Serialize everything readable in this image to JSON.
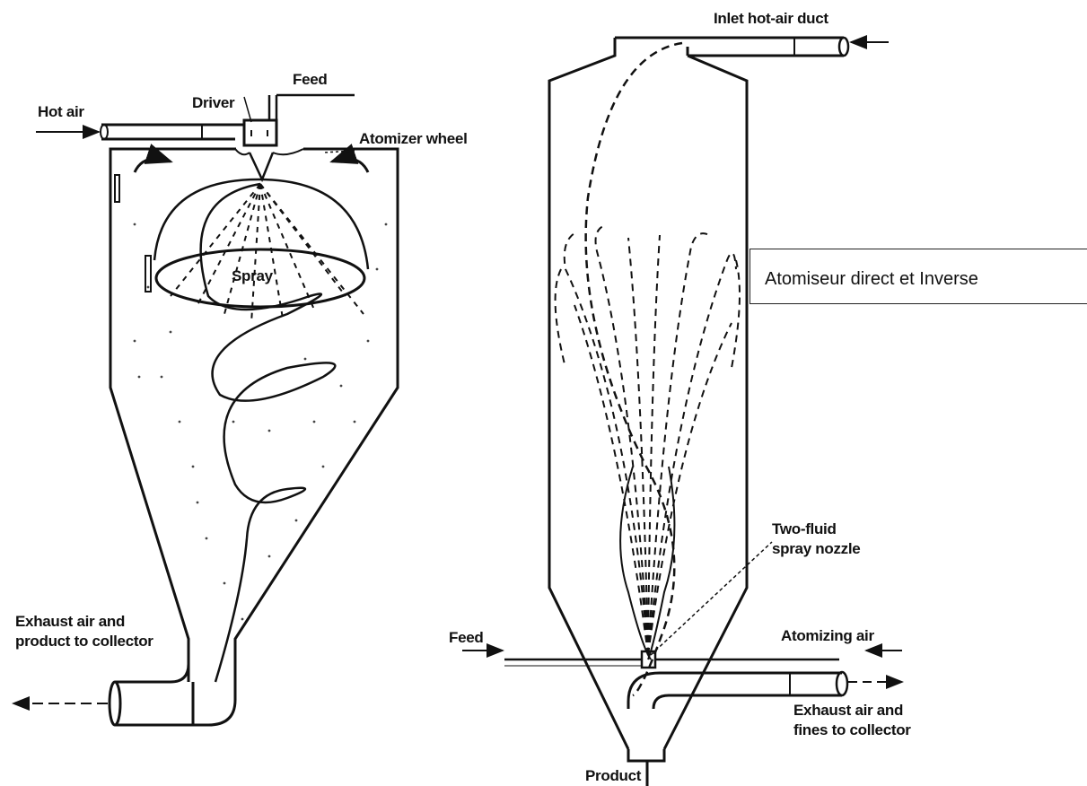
{
  "left_dryer": {
    "labels": {
      "hot_air": "Hot air",
      "driver": "Driver",
      "feed": "Feed",
      "atomizer_wheel": "Atomizer wheel",
      "spray": "Spray",
      "exhaust_1": "Exhaust air and",
      "exhaust_2": "product to collector"
    }
  },
  "right_dryer": {
    "labels": {
      "inlet_duct": "Inlet hot-air duct",
      "nozzle_1": "Two-fluid",
      "nozzle_2": "spray nozzle",
      "feed": "Feed",
      "atomizing_air": "Atomizing air",
      "exhaust_1": "Exhaust air and",
      "exhaust_2": "fines to collector",
      "product": "Product"
    }
  },
  "caption": "Atomiseur direct et Inverse",
  "colors": {
    "ink": "#111111",
    "background": "#ffffff"
  }
}
